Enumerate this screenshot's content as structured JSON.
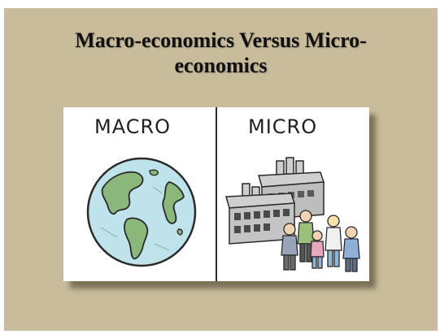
{
  "slide": {
    "title_line1": "Macro-economics Versus Micro-",
    "title_line2": "economics",
    "background_color": "#c8bc9a"
  },
  "illustration": {
    "macro_label": "MACRO",
    "micro_label": "MICRO",
    "left_image": "globe-icon",
    "right_image": "factory-and-people-icon",
    "colors": {
      "ocean": "#bfe3ea",
      "land": "#8ab77a",
      "factory": "#cfcfcf",
      "outline": "#2a2a2a"
    }
  }
}
